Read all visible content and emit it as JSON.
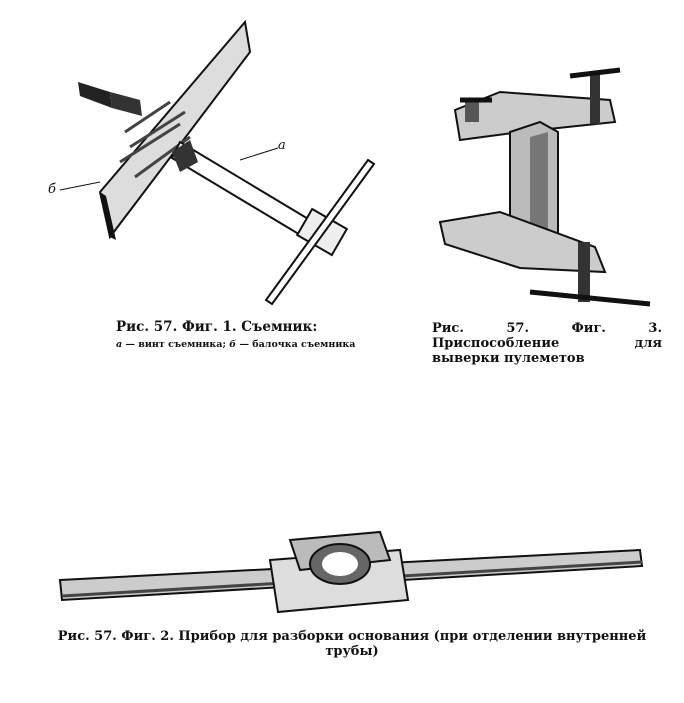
{
  "figure1": {
    "caption": "Рис. 57. Фиг. 1. Съемник:",
    "legend_a": "а",
    "legend_a_text": " — винт съемника; ",
    "legend_b": "б",
    "legend_b_text": " — балочка съемника",
    "label_a": "а",
    "label_b": "б"
  },
  "figure3": {
    "caption": "Рис. 57. Фиг. 3. Приспособление для выверки пулеметов"
  },
  "figure2": {
    "caption": "Рис. 57. Фиг. 2. Прибор для разборки основания (при отделении внутренней трубы)"
  }
}
